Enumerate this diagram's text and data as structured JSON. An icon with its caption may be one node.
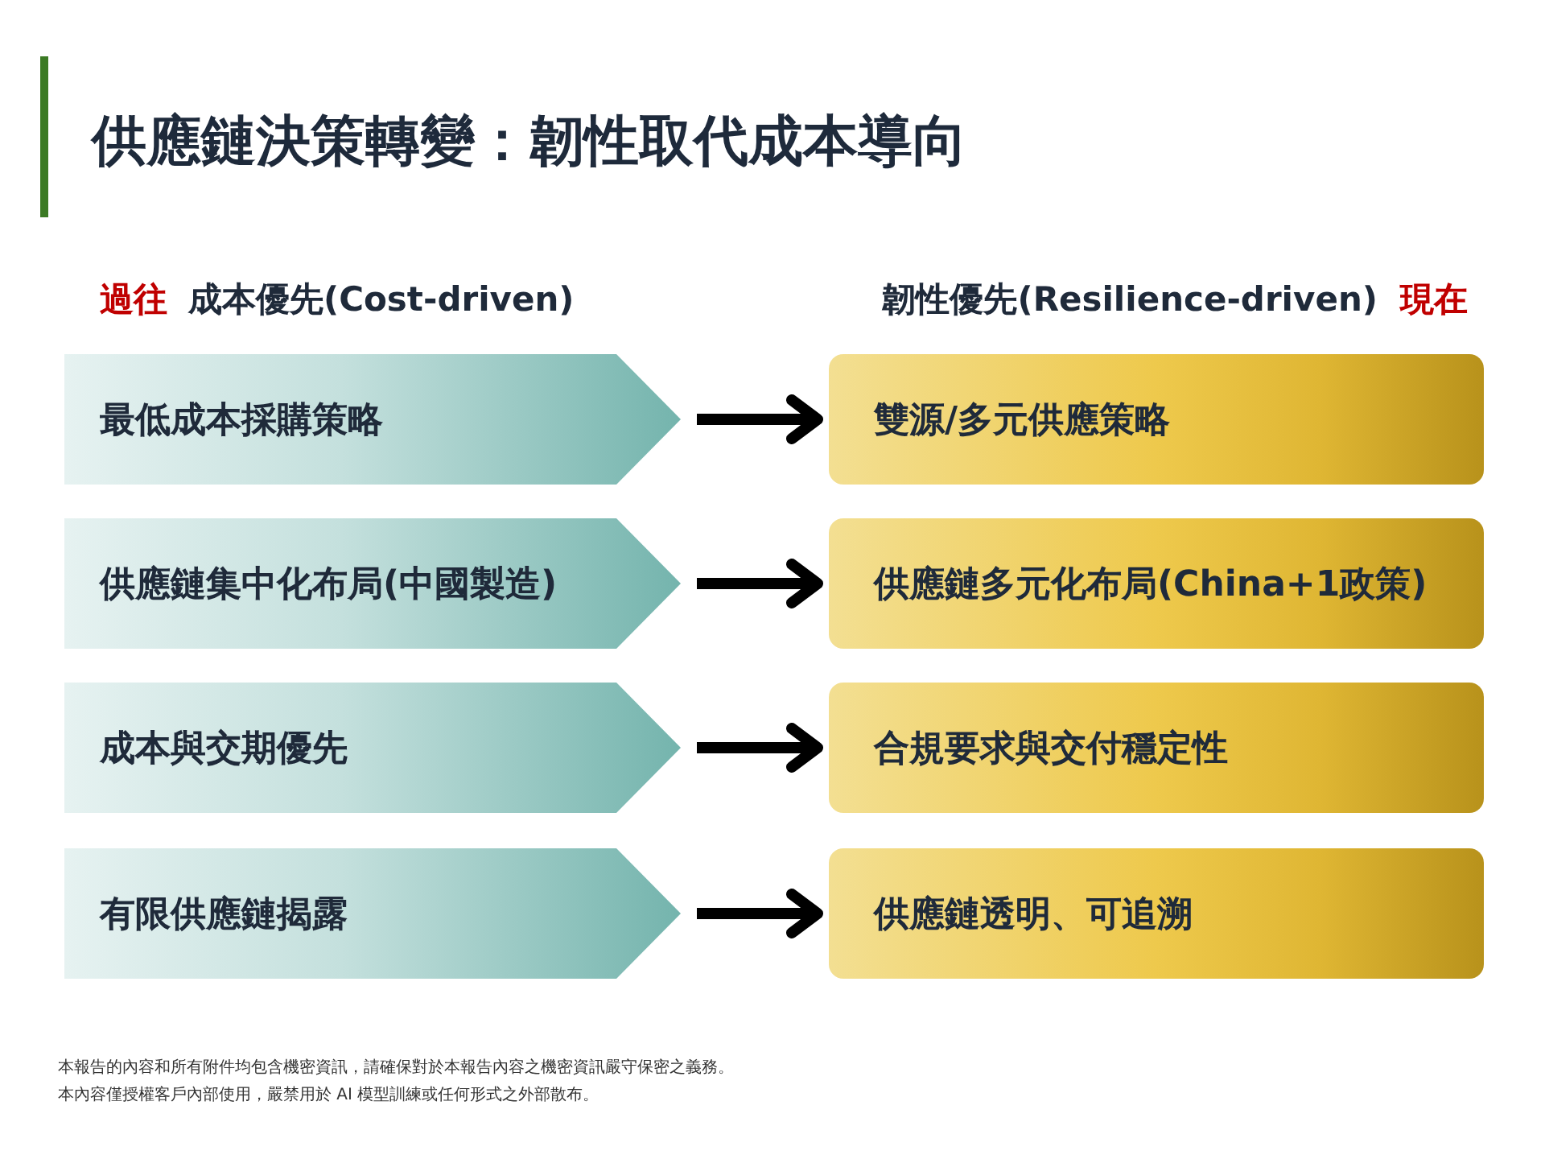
{
  "diagram": {
    "title": "供應鏈決策轉變：韌性取代成本導向",
    "nodes": [
      {
        "text": [
          "最低成本採購策略"
        ]
      },
      {
        "text": [
          "雙源/多元供應策略"
        ]
      },
      {
        "text": [
          "供應鏈集中化布局(中國製造)"
        ]
      },
      {
        "text": [
          "供應鏈多元化布局(China+1政策)"
        ]
      },
      {
        "text": [
          "成本與交期優先"
        ]
      },
      {
        "text": [
          "合規要求與交付穩定性"
        ]
      },
      {
        "text": [
          "有限供應鏈揭露"
        ]
      },
      {
        "text": [
          "供應鏈透明、可追溯"
        ]
      }
    ],
    "edges": [
      {
        "from": 0,
        "to": 1,
        "arrow": "to"
      },
      {
        "from": 2,
        "to": 3,
        "arrow": "to"
      },
      {
        "from": 4,
        "to": 5,
        "arrow": "to"
      },
      {
        "from": 6,
        "to": 7,
        "arrow": "to"
      }
    ],
    "labels": [
      "過往",
      "成本優先(Cost-driven)",
      "韌性優先(Resilience-driven)",
      "現在",
      "本報告的內容和所有附件均包含機密資訊，請確保對於本報告內容之機密資訊嚴守保密之義務。",
      "本內容僅授權客戶內部使用，嚴禁用於 AI 模型訓練或任何形式之外部散布。"
    ]
  }
}
